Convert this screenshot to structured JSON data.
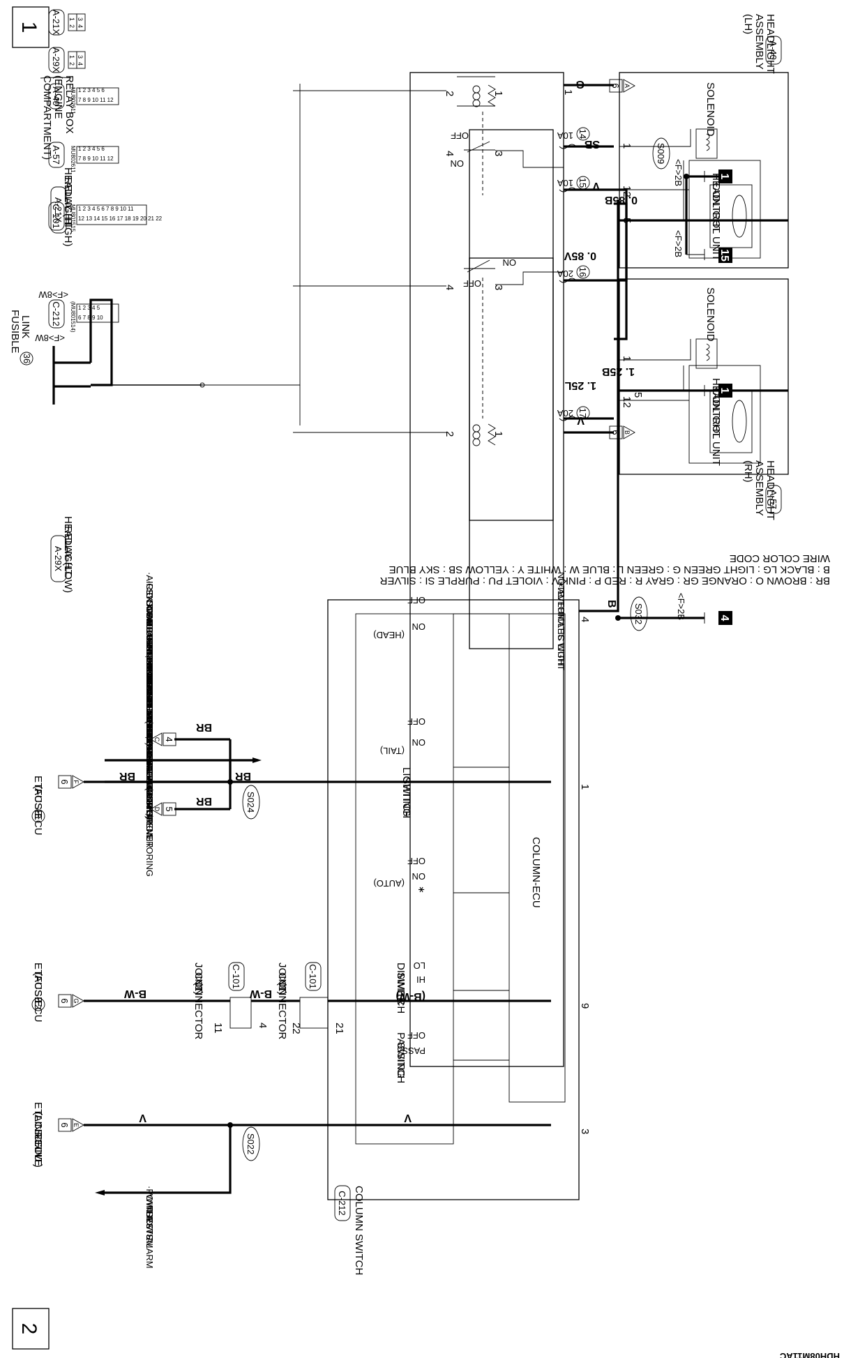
{
  "sheet": {
    "page_left": "1",
    "page_right": "2",
    "code": "HDH08M11AC"
  },
  "relay_box": {
    "line1": "RELAY BOX",
    "line2": "(ENGINE",
    "line3": "COMPARTMENT)"
  },
  "fusible_link": {
    "line1": "FUSIBLE",
    "line2": "LINK",
    "num": "36",
    "wire_a": "<F>8W",
    "wire_b": "<F>8W"
  },
  "relay_high": {
    "line1": "HEADLIGHT",
    "line2": "RELAY (HIGH)",
    "conn": "A-21X",
    "pin1": "1",
    "pin2": "2",
    "pin3": "3",
    "pin4": "4",
    "off": "OFF",
    "on": "ON"
  },
  "relay_low": {
    "line1": "HEADLIGHT",
    "line2": "RELAY (LOW)",
    "conn": "A-29X",
    "pin1": "1",
    "pin2": "2",
    "pin3": "3",
    "pin4": "4",
    "off": "OFF",
    "on": "ON"
  },
  "fuses": [
    {
      "num": "14",
      "amp": "10A"
    },
    {
      "num": "15",
      "amp": "10A"
    },
    {
      "num": "16",
      "amp": "20A"
    },
    {
      "num": "17",
      "amp": "20A"
    }
  ],
  "arrows": {
    "g_top": "6",
    "g_top_letter": "A",
    "v_bottom": "6",
    "v_bottom_letter": "B"
  },
  "wires_top": {
    "g": "G",
    "sb": "SB",
    "v": "V",
    "v085": "0. 85V",
    "l125": "1. 25L",
    "v_low": "V",
    "b085": "0. 85B",
    "b125": "1. 25B",
    "f2b_a": "<F>2B",
    "f2b_b": "<F>2B"
  },
  "hl_lh": {
    "line1": "HEADLIGHT",
    "line2": "ASSEMBLY",
    "line3": "(LH)",
    "conn": "A-40",
    "solenoid": "SOLENOID",
    "ctrl1": "HEADLIGHT",
    "ctrl2": "CONTROL UNIT",
    "pin1": "1",
    "pin12": "12",
    "pin5": "5"
  },
  "hl_rh": {
    "line1": "HEADLIGHT",
    "line2": "ASSEMBLY",
    "line3": "(RH)",
    "conn": "A-57",
    "solenoid": "SOLENOID",
    "ctrl1": "HEADLIGHT",
    "ctrl2": "CONTROL UNIT",
    "pin1": "1",
    "pin12": "12",
    "pin5": "5"
  },
  "splices": {
    "s009": "S009",
    "s024": "S024",
    "s022": "S022",
    "s032": "S032"
  },
  "grounds": {
    "g1a": "1",
    "g15": "15",
    "g1b": "1",
    "g4": "4"
  },
  "conn_icons": [
    {
      "label": "A-21X",
      "cells": [
        "1",
        "2",
        "3",
        "4"
      ]
    },
    {
      "label": "A-29X",
      "cells": [
        "1",
        "2",
        "3",
        "4"
      ]
    },
    {
      "label": "A-40",
      "part": "MU802611",
      "row1": "1 2 3 4 5 6",
      "row2": "7 8 9 10 11 12"
    },
    {
      "label": "A-57",
      "part": "MU802611",
      "row1": "1 2 3 4 5 6",
      "row2": "7 8 9 10 11 12"
    },
    {
      "label": "C-101",
      "part": "MU801515",
      "row1": "1 2 3 4 5 6 7 8 9 10 11",
      "row2": "12 13 14 15 16 17 18 19 20 21 22"
    },
    {
      "label": "C-212",
      "part": "(MU801514)",
      "row1": "1 2 3 4 5",
      "row2": "6 7 8 9 10"
    }
  ],
  "etacs_a": {
    "line1": "ETACS-ECU",
    "line2": "(FUSE",
    "num": "8",
    "arrow_num": "6",
    "arrow_letter": "F"
  },
  "etacs_b": {
    "line1": "ETACS-ECU",
    "line2": "(FUSE",
    "num": "12",
    "arrow_num": "6",
    "arrow_letter": "G"
  },
  "etacs_c": {
    "line1": "ETACS-ECU",
    "line2": "(LIN DRIVE",
    "line3": "CIRCUIT)",
    "arrow_num": "6",
    "arrow_letter": "E"
  },
  "br_wires": {
    "br1": "BR",
    "br2": "BR",
    "br3": "BR",
    "br4": "BR",
    "to4": "4",
    "to4_letter": "C",
    "to5": "5",
    "to5_letter": "D"
  },
  "bw_wires": {
    "bw1": "B-W",
    "bw2": "B-W",
    "bw3": "(B-W)"
  },
  "joint1": {
    "line1": "JOINT",
    "line2": "CONNECTOR",
    "line3": "(1)",
    "conn": "C-101",
    "pin_a": "11",
    "pin_b": "4"
  },
  "joint2": {
    "line1": "JOINT",
    "line2": "CONNECTOR",
    "line3": "(1)",
    "conn": "C-101",
    "pin_a": "22",
    "pin_b": "21"
  },
  "v_wires": {
    "v1": "V",
    "v2": "V"
  },
  "s022_note": [
    "·POWER",
    "WINDOWS",
    "·THEFT-ALARM",
    "SYSTEM"
  ],
  "s024_note": [
    "·AIR CONDITIONING SYSTEM",
    "·CENTRAL DOOR LOCKING",
    "SYSTEM",
    "·DOME LIGHT, LUGGAGE",
    "COMPARTMENT LIGHT",
    "AND IGNITION KEY HOLE",
    "ILLUMINATION LIGHT",
    "·HEATER",
    "·IGNITION KEY REMINDER",
    "TONE ALARM",
    "<VEHICLES WITH KOS>",
    "·IMMOBILIZER SYSTEM",
    "·KEYLESS OPERATING",
    "SYSTEM (KOS)",
    "·TAILLIGHT, POSITION LIGHT,",
    "REAR SIDE-MARKER LIGHT,",
    "LICENSE PLATE LIGHT",
    "AND LIGHTING MONITOR",
    "TONE ALARM",
    "·THEFT-ALARM SYSTEM",
    "·TIRE PRESSURE MONITORING",
    "SYSTEM (TPMS)",
    "·TRUNK LID OPENER"
  ],
  "note": {
    "title": "NOTE",
    "text1": "∗ : VEHICLES WITH",
    "text2": "AUTOMATIC LIGHT"
  },
  "column_switch": {
    "title": "COLUMN SWITCH",
    "conn": "C-212",
    "ecu": "COLUMN-ECU",
    "pin4": "4",
    "pin1": "1",
    "pin9": "9",
    "pin3": "3",
    "wire_b": "B",
    "f2b": "<F>2B",
    "lighting1": "LIGHTING",
    "lighting2": "SWITCH",
    "head": "(HEAD)",
    "tail": "(TAIL)",
    "auto": "(AUTO)",
    "star": "∗",
    "off": "OFF",
    "on": "ON",
    "lo": "LO",
    "hi": "HI",
    "pass": "PASS",
    "dimmer1": "DIMMER",
    "dimmer2": "SWITCH",
    "passing1": "PASSING",
    "passing2": "SWITCH"
  },
  "wire_code": {
    "title": "WIRE COLOR CODE",
    "line1": "B : BLACK   LG : LIGHT GREEN   G : GREEN   L : BLUE   W : WHITE   Y : YELLOW   SB : SKY BLUE",
    "line2": "BR : BROWN   O : ORANGE   GR : GRAY   R : RED   P : PINK   V : VIOLET   PU : PURPLE   SI : SILVER"
  }
}
